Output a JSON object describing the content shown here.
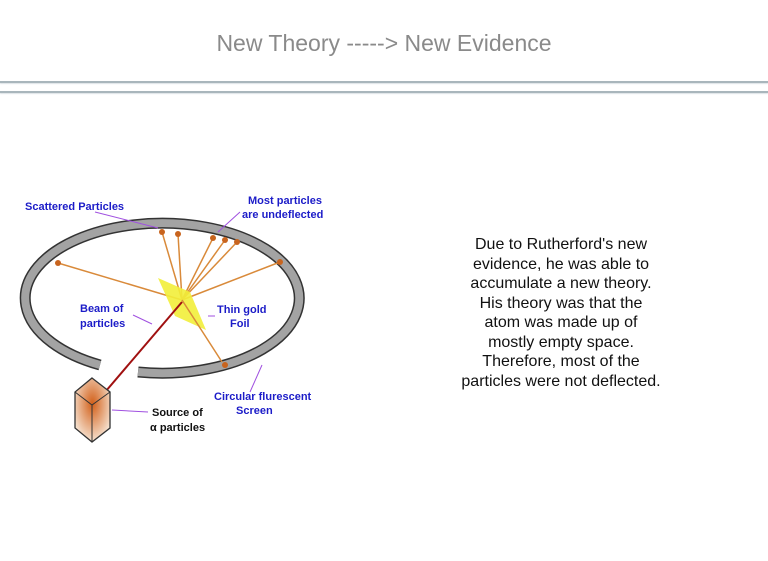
{
  "slide": {
    "title": "New Theory -----> New Evidence",
    "body_lines": [
      "Due to Rutherford's new",
      "evidence, he was able to",
      "accumulate a new theory.",
      "His theory was that the",
      "atom was made up of",
      "mostly empty space.",
      "Therefore, most of the",
      "particles were not deflected."
    ]
  },
  "diagram": {
    "labels": {
      "scattered": "Scattered Particles",
      "most_1": "Most particles",
      "most_2": "are undeflected",
      "beam_1": "Beam of",
      "beam_2": "particles",
      "foil_1": "Thin gold",
      "foil_2": "Foil",
      "screen_1": "Circular flurescent",
      "screen_2": "Screen",
      "source_1": "Source of",
      "source_2": "α particles"
    },
    "colors": {
      "label": "#1c1cc8",
      "screen": "#9a9a9a",
      "ray": "#d98a3a",
      "beam": "#a01010",
      "foil": "#f2ee3a"
    }
  }
}
